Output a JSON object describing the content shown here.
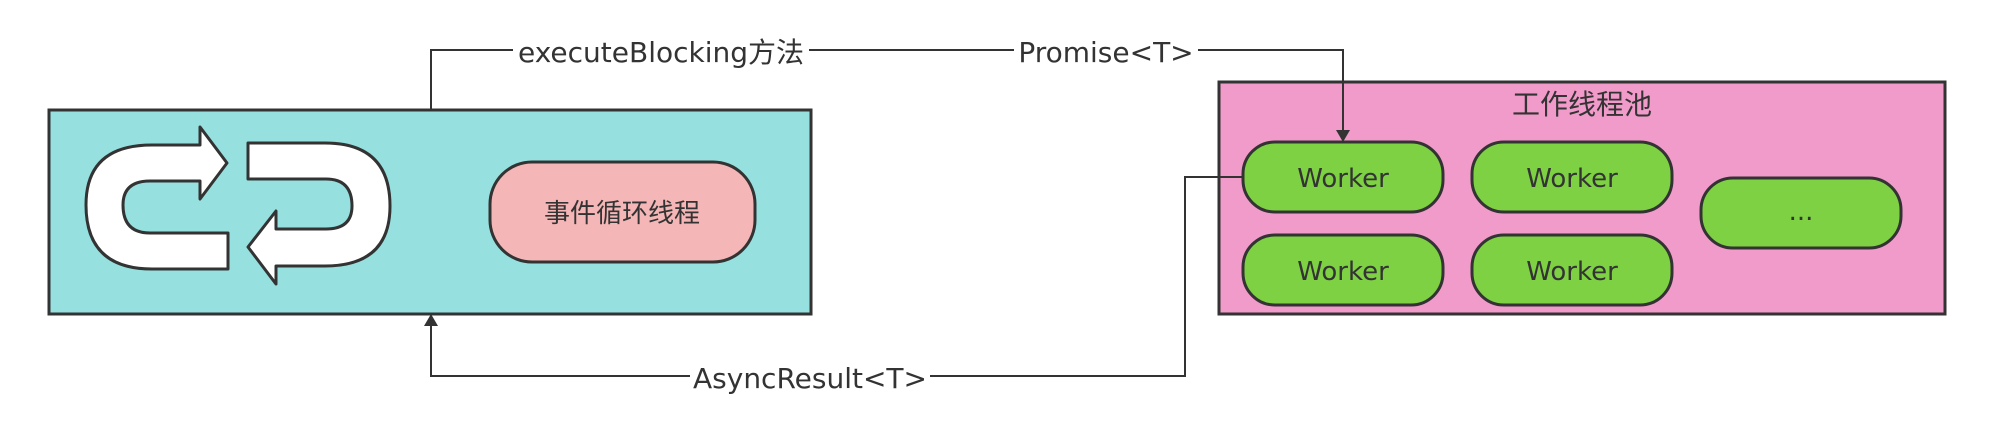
{
  "event_loop": {
    "thread_label": "事件循环线程",
    "box_color": "#96e0e0",
    "thread_color": "#f4b6b6",
    "icon": "cycle-arrows-icon"
  },
  "worker_pool": {
    "title": "工作线程池",
    "box_color": "#f19bca",
    "worker_color": "#7dd142",
    "workers": [
      "Worker",
      "Worker",
      "Worker",
      "Worker"
    ],
    "more_label": "..."
  },
  "edges": {
    "execute_label": "executeBlocking方法",
    "promise_label": "Promise<T>",
    "result_label": "AsyncResult<T>"
  },
  "stroke_color": "#333333"
}
